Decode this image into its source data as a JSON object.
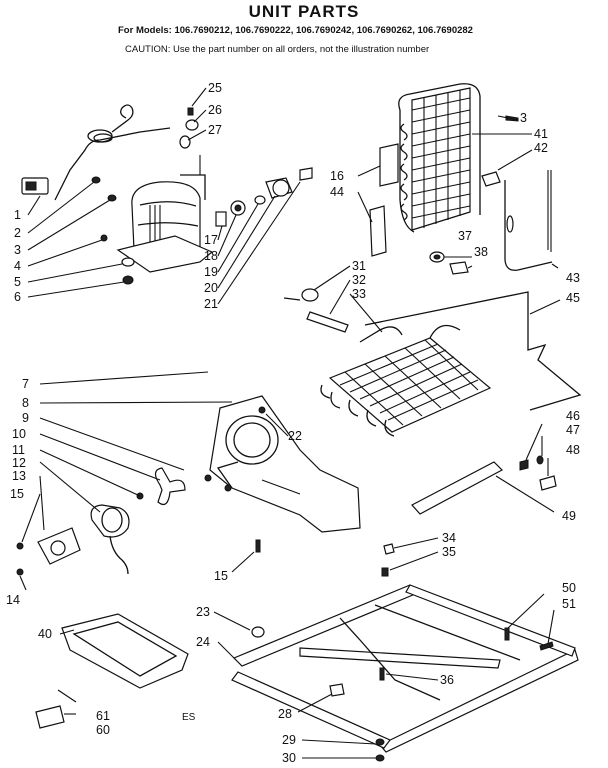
{
  "title": "UNIT PARTS",
  "models_line": "For Models: 106.7690212, 106.7690222, 106.7690242, 106.7690262, 106.7690282",
  "caution_line": "CAUTION: Use the part number on all orders, not the illustration number",
  "corner_mark": "ES",
  "callouts": [
    "1",
    "2",
    "3",
    "4",
    "5",
    "6",
    "7",
    "8",
    "9",
    "10",
    "11",
    "12",
    "13",
    "14",
    "15",
    "15",
    "16",
    "17",
    "18",
    "19",
    "20",
    "21",
    "22",
    "23",
    "24",
    "25",
    "26",
    "27",
    "28",
    "29",
    "30",
    "31",
    "32",
    "33",
    "34",
    "35",
    "36",
    "37",
    "38",
    "40",
    "41",
    "42",
    "43",
    "44",
    "45",
    "46",
    "47",
    "48",
    "49",
    "50",
    "51",
    "60",
    "61",
    "3"
  ]
}
